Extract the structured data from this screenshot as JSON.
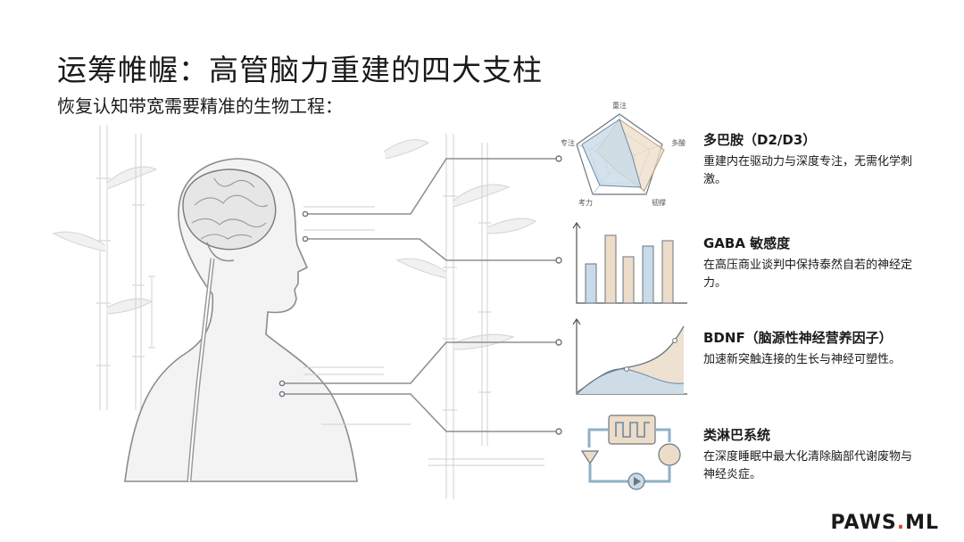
{
  "slide": {
    "title": "运筹帷幄：高管脑力重建的四大支柱",
    "subtitle": "恢复认知带宽需要精准的生物工程："
  },
  "radar": {
    "axes": [
      "重注",
      "多酸",
      "韧撑",
      "考力",
      "专注"
    ]
  },
  "pillars": [
    {
      "title": "多巴胺（D2/D3）",
      "description": "重建内在驱动力与深度专注，无需化学刺激。",
      "icon": "radar-chart-icon"
    },
    {
      "title": "GABA 敏感度",
      "description": "在高压商业谈判中保持泰然自若的神经定力。",
      "icon": "bar-chart-icon"
    },
    {
      "title": "BDNF（脑源性神经营养因子）",
      "description": "加速新突触连接的生长与神经可塑性。",
      "icon": "area-chart-icon"
    },
    {
      "title": "类淋巴系统",
      "description": "在深度睡眠中最大化清除脑部代谢废物与神经炎症。",
      "icon": "flow-cycle-icon"
    }
  ],
  "brand": {
    "name": "PAWS",
    "dot": ".",
    "suffix": "ML"
  },
  "colors": {
    "blue": "#c9dbe8",
    "beige": "#ecdcc8",
    "line": "#6a7680",
    "accent": "#d9453b"
  }
}
